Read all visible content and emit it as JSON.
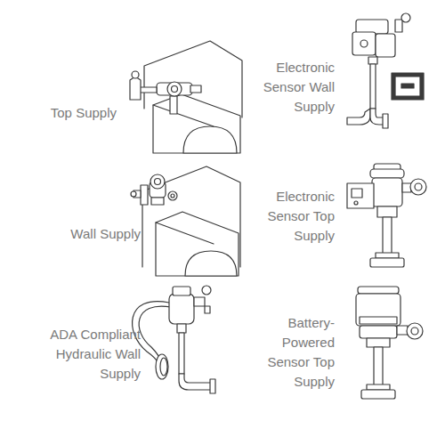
{
  "diagram": {
    "labels": [
      "Top Supply",
      "Electronic Sensor Wall Supply",
      "Wall Supply",
      "Electronic Sensor Top Supply",
      "ADA Compliant Hydraulic Wall Supply",
      "Battery-Powered Sensor Top Supply"
    ]
  }
}
